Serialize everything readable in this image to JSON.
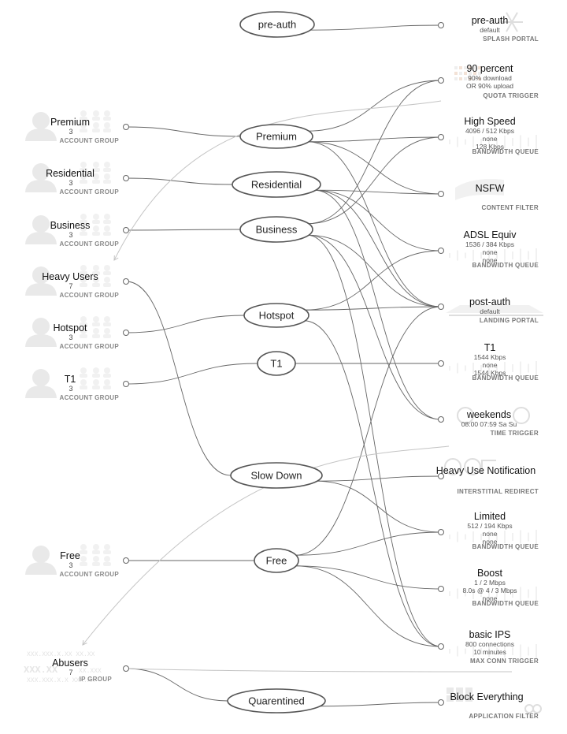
{
  "groups": [
    {
      "name": "Premium",
      "count": "3",
      "type": "ACCOUNT GROUP"
    },
    {
      "name": "Residential",
      "count": "3",
      "type": "ACCOUNT GROUP"
    },
    {
      "name": "Business",
      "count": "3",
      "type": "ACCOUNT GROUP"
    },
    {
      "name": "Heavy Users",
      "count": "7",
      "type": "ACCOUNT GROUP"
    },
    {
      "name": "Hotspot",
      "count": "3",
      "type": "ACCOUNT GROUP"
    },
    {
      "name": "T1",
      "count": "3",
      "type": "ACCOUNT GROUP"
    },
    {
      "name": "Free",
      "count": "3",
      "type": "ACCOUNT GROUP"
    },
    {
      "name": "Abusers",
      "count": "7",
      "type": "IP GROUP"
    }
  ],
  "policies": [
    "pre-auth",
    "Premium",
    "Residential",
    "Business",
    "Hotspot",
    "T1",
    "Slow Down",
    "Free",
    "Quarentined"
  ],
  "rules": [
    {
      "title": "pre-auth",
      "lines": [
        "default"
      ],
      "type": "SPLASH PORTAL"
    },
    {
      "title": "90 percent",
      "lines": [
        "90% download",
        "OR 90% upload"
      ],
      "type": "QUOTA TRIGGER"
    },
    {
      "title": "High Speed",
      "lines": [
        "4096 / 512 Kbps",
        "none",
        "128 Kbps"
      ],
      "type": "BANDWIDTH QUEUE"
    },
    {
      "title": "NSFW",
      "lines": [],
      "type": "CONTENT FILTER"
    },
    {
      "title": "ADSL Equiv",
      "lines": [
        "1536 / 384 Kbps",
        "none",
        "none"
      ],
      "type": "BANDWIDTH QUEUE"
    },
    {
      "title": "post-auth",
      "lines": [
        "default"
      ],
      "type": "LANDING PORTAL"
    },
    {
      "title": "T1",
      "lines": [
        "1544 Kbps",
        "none",
        "1544 Kbps"
      ],
      "type": "BANDWIDTH QUEUE"
    },
    {
      "title": "weekends",
      "lines": [
        "08:00 07:59 Sa Su"
      ],
      "type": "TIME TRIGGER"
    },
    {
      "title": "Heavy Use Notification",
      "lines": [],
      "type": "INTERSTITIAL REDIRECT"
    },
    {
      "title": "Limited",
      "lines": [
        "512 / 194 Kbps",
        "none",
        "none"
      ],
      "type": "BANDWIDTH QUEUE"
    },
    {
      "title": "Boost",
      "lines": [
        "1 / 2 Mbps",
        "8.0s @ 4 / 3 Mbps",
        "none"
      ],
      "type": "BANDWIDTH QUEUE"
    },
    {
      "title": "basic IPS",
      "lines": [
        "800 connections",
        "10 minutes"
      ],
      "type": "MAX CONN TRIGGER"
    },
    {
      "title": "Block Everything",
      "lines": [],
      "type": "APPLICATION FILTER"
    }
  ],
  "connections": {
    "group_to_policy": [
      [
        "Premium",
        "Premium"
      ],
      [
        "Residential",
        "Residential"
      ],
      [
        "Business",
        "Business"
      ],
      [
        "Heavy Users",
        "Slow Down"
      ],
      [
        "Hotspot",
        "Hotspot"
      ],
      [
        "T1",
        "T1"
      ],
      [
        "Free",
        "Free"
      ],
      [
        "Abusers",
        "Quarentined"
      ]
    ],
    "policy_to_rule": [
      [
        "pre-auth",
        "pre-auth"
      ],
      [
        "Premium",
        "90 percent"
      ],
      [
        "Premium",
        "High Speed"
      ],
      [
        "Premium",
        "NSFW"
      ],
      [
        "Premium",
        "post-auth"
      ],
      [
        "Residential",
        "ADSL Equiv"
      ],
      [
        "Residential",
        "post-auth"
      ],
      [
        "Residential",
        "NSFW"
      ],
      [
        "Residential",
        "weekends"
      ],
      [
        "Business",
        "90 percent"
      ],
      [
        "Business",
        "High Speed"
      ],
      [
        "Business",
        "post-auth"
      ],
      [
        "Business",
        "weekends"
      ],
      [
        "Business",
        "basic IPS"
      ],
      [
        "Hotspot",
        "ADSL Equiv"
      ],
      [
        "Hotspot",
        "post-auth"
      ],
      [
        "Hotspot",
        "basic IPS"
      ],
      [
        "T1",
        "T1"
      ],
      [
        "Slow Down",
        "Heavy Use Notification"
      ],
      [
        "Slow Down",
        "Limited"
      ],
      [
        "Free",
        "post-auth"
      ],
      [
        "Free",
        "Limited"
      ],
      [
        "Free",
        "Boost"
      ],
      [
        "Free",
        "basic IPS"
      ],
      [
        "Quarentined",
        "Block Everything"
      ]
    ],
    "trigger_feedback": [
      [
        "90 percent",
        "Heavy Users"
      ],
      [
        "weekends",
        "Free"
      ],
      [
        "basic IPS",
        "Abusers"
      ]
    ]
  },
  "colors": {
    "edge": "#666666",
    "feedback_edge": "#c4c4c4",
    "ghost": "#e9e9e9",
    "category": "#888888"
  }
}
